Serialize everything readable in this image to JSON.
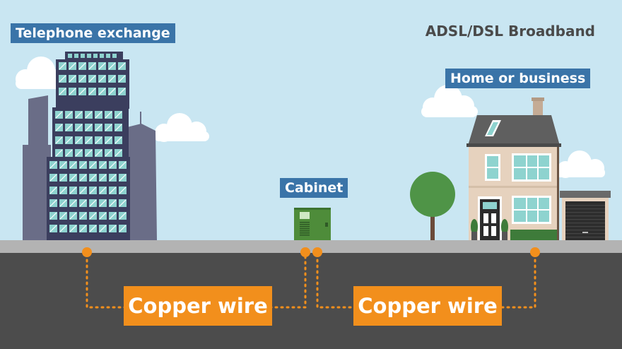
{
  "title": "ADSL/DSL Broadband",
  "labels": {
    "exchange": "Telephone exchange",
    "cabinet": "Cabinet",
    "home": "Home or business"
  },
  "wires": [
    {
      "label": "Copper wire"
    },
    {
      "label": "Copper wire"
    }
  ],
  "colors": {
    "sky": "#c9e6f2",
    "ground_strip": "#b3b3b3",
    "underground": "#4c4c4c",
    "label_bg": "#3a74a8",
    "wire": "#f28f1c",
    "cabinet": "#4e8c3a",
    "building": "#3b3e5e",
    "building_back": "#6a6d87",
    "window": "#8ed3cf",
    "house_wall": "#e6d2be",
    "roof": "#5f5f5f",
    "tree": "#4f9447",
    "garage_door": "#2d2d2d"
  },
  "icons": [
    "cloud-icon",
    "office-tower-icon",
    "street-cabinet-icon",
    "house-icon",
    "tree-icon",
    "garage-icon"
  ]
}
